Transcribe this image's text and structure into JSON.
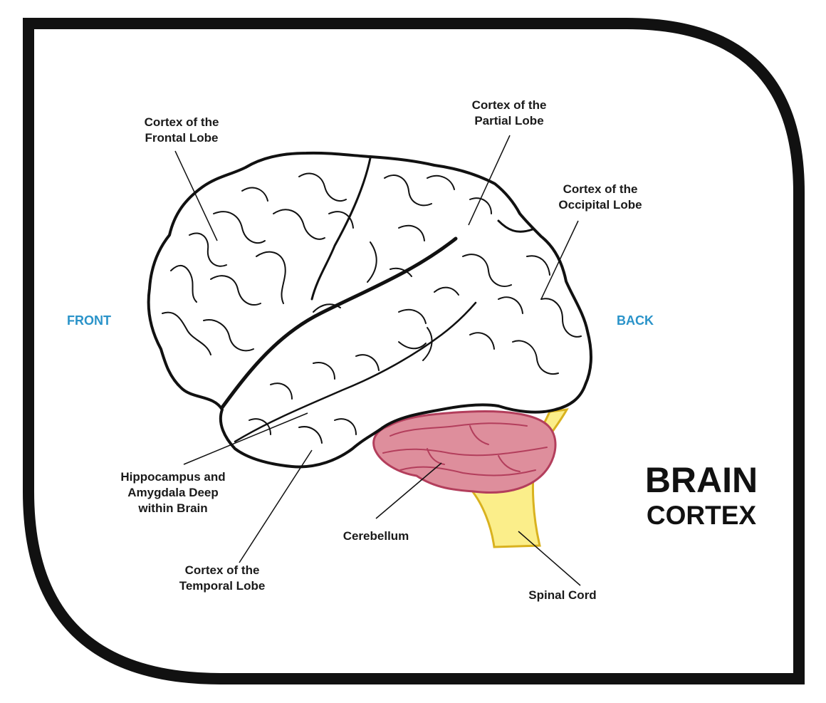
{
  "colors": {
    "frame": "#111111",
    "outline": "#111111",
    "brain_fill": "#ffffff",
    "cerebellum_fill": "#de8e9c",
    "cerebellum_outline": "#b33e5c",
    "spinal_cord_fill": "#fbee8a",
    "spinal_cord_outline": "#d9b21f",
    "direction_text": "#2a93c9"
  },
  "directions": {
    "front": "FRONT",
    "back": "BACK"
  },
  "title": {
    "line1": "BRAIN",
    "line2": "CORTEX"
  },
  "labels": {
    "frontal": {
      "line1": "Cortex of the",
      "line2": "Frontal Lobe"
    },
    "partial": {
      "line1": "Cortex of the",
      "line2": "Partial Lobe"
    },
    "occipital": {
      "line1": "Cortex of the",
      "line2": "Occipital Lobe"
    },
    "hippocampus": {
      "line1": "Hippocampus and",
      "line2": "Amygdala Deep",
      "line3": "within Brain"
    },
    "temporal": {
      "line1": "Cortex of the",
      "line2": "Temporal Lobe"
    },
    "cerebellum": {
      "line1": "Cerebellum"
    },
    "spinal_cord": {
      "line1": "Spinal Cord"
    }
  }
}
